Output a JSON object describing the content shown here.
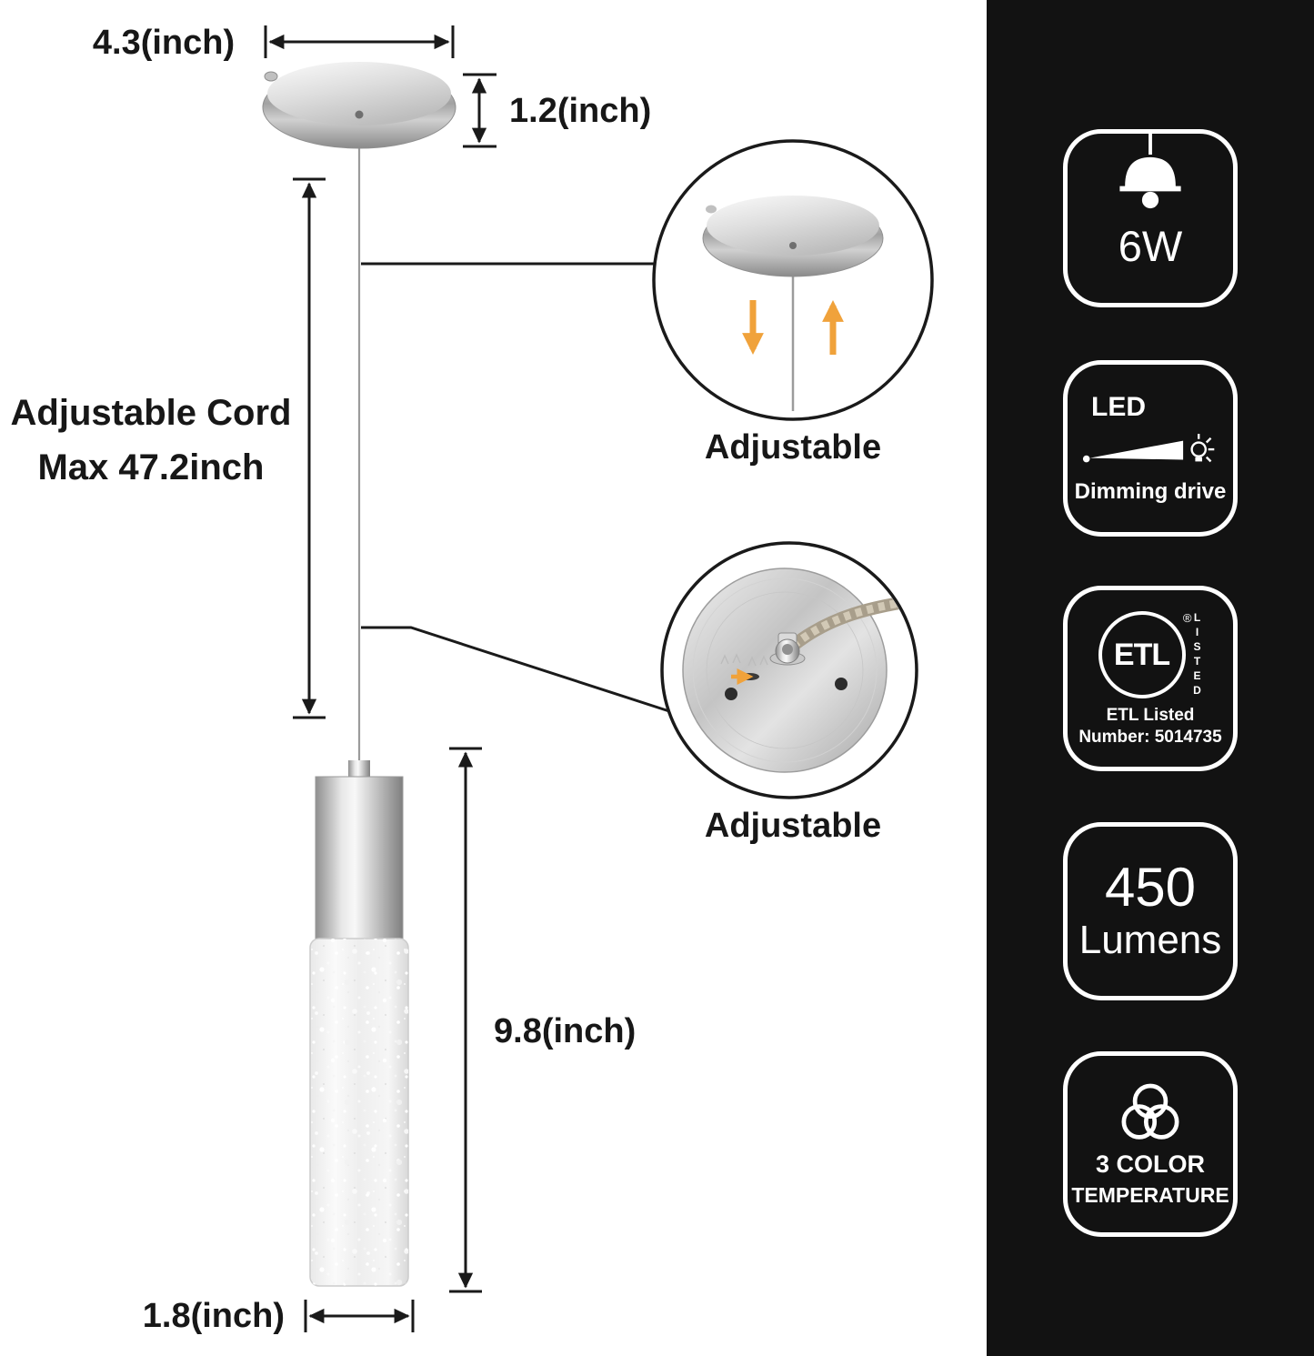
{
  "diagram": {
    "canopy": {
      "dim_width": "4.3(inch)",
      "dim_height": "1.2(inch)"
    },
    "cord": {
      "label_line1": "Adjustable Cord",
      "label_line2": "Max 47.2inch"
    },
    "callout_canopy": {
      "label": "Adjustable"
    },
    "callout_cord_lock": {
      "label": "Adjustable"
    },
    "pendant": {
      "dim_height": "9.8(inch)",
      "dim_width": "1.8(inch)"
    }
  },
  "sidebar": {
    "badges": {
      "wattage": {
        "icon": "pendant-lamp-icon",
        "value": "6W"
      },
      "dimming": {
        "title": "LED",
        "icon": "light-beam-icon",
        "label": "Dimming drive"
      },
      "etl": {
        "logo": "ETL",
        "reg": "®",
        "vertical": "LISTED",
        "line1": "ETL Listed",
        "line2": "Number: 5014735"
      },
      "lumens": {
        "value": "450",
        "label": "Lumens"
      },
      "color_temp": {
        "icon": "three-rings-icon",
        "line1": "3 COLOR",
        "line2": "TEMPERATURE"
      }
    }
  },
  "colors": {
    "accent_orange": "#f0a23b",
    "sidebar_bg": "#121212",
    "dimension_line": "#1a1a1a"
  }
}
